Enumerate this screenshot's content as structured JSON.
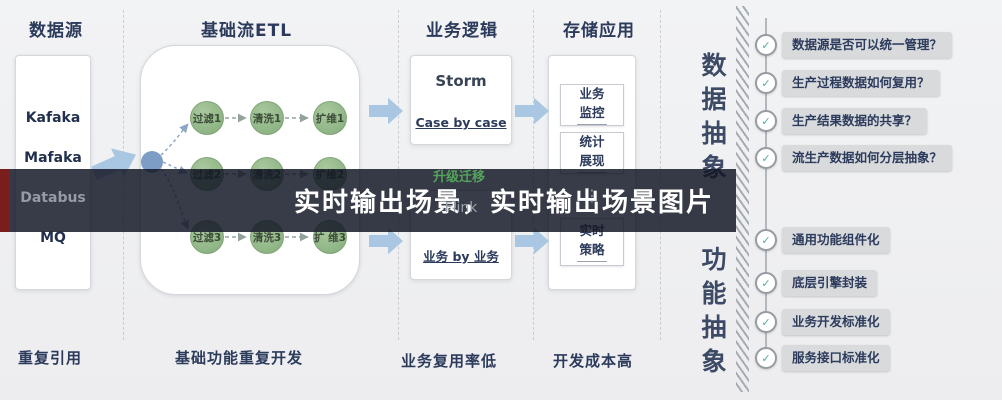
{
  "banner": {
    "title": "实时输出场景，实时输出场景图片"
  },
  "headers": {
    "source": "数据源",
    "etl": "基础流ETL",
    "logic": "业务逻辑",
    "storage": "存储应用"
  },
  "source": {
    "items": [
      "Kafaka",
      "Mafaka",
      "Databus",
      "MQ"
    ]
  },
  "etl": {
    "rows": [
      [
        "过滤1",
        "清洗1",
        "扩维1"
      ],
      [
        "过滤2",
        "清洗2",
        "扩维2"
      ],
      [
        "过滤3",
        "清洗3",
        "扩 维3"
      ]
    ]
  },
  "logic": {
    "storm_title": "Storm",
    "storm_subtitle": "Case by case",
    "migration": "升级迁移",
    "flink_title": "Flink",
    "flink_subtitle": "业务 by 业务"
  },
  "storage": {
    "boxes": [
      "业务监控",
      "统计展现",
      "实时策略"
    ],
    "ellipsis": "⋮"
  },
  "abstraction": {
    "data": {
      "title": "数据抽象",
      "items": [
        "数据源是否可以统一管理？",
        "生产过程数据如何复用？",
        "生产结果数据的共享？",
        "流生产数据如何分层抽象？"
      ]
    },
    "function": {
      "title": "功能抽象",
      "items": [
        "通用功能组件化",
        "底层引擎封装",
        "业务开发标准化",
        "服务接口标准化"
      ]
    }
  },
  "footers": {
    "source": "重复引用",
    "etl": "基础功能重复开发",
    "logic": "业务复用率低",
    "storage": "开发成本高"
  },
  "icons": {
    "check": "✓"
  }
}
